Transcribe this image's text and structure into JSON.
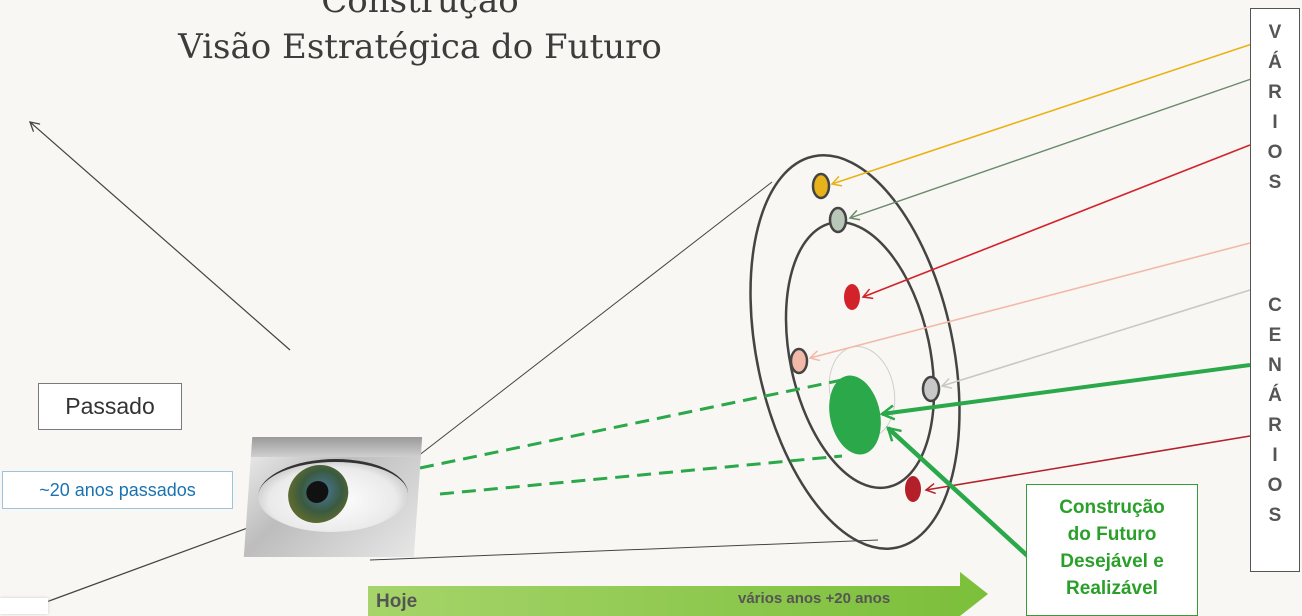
{
  "title": {
    "line1": "Construção",
    "line2": "Visão Estratégica  do Futuro"
  },
  "labels": {
    "passado": "Passado",
    "past_20": "~20 anos passados",
    "hoje": "Hoje",
    "future": "vários anos  +20 anos"
  },
  "construcao_box": {
    "lines": [
      "Construção",
      "do Futuro",
      "Desejável e",
      "Realizável"
    ]
  },
  "vertical_text": {
    "letters": [
      "V",
      "Á",
      "R",
      "I",
      "O",
      "S",
      "",
      "C",
      "E",
      "N",
      "Á",
      "R",
      "I",
      "O",
      "S"
    ]
  },
  "colors": {
    "background": "#f8f7f3",
    "yellow": "#e8b21a",
    "gray_green": "#6b8a6b",
    "red": "#d2232a",
    "pink": "#f2b9a8",
    "light_gray": "#c8c8c8",
    "green": "#2aa84a",
    "dark_red": "#b3202a",
    "arrow_green": "#8bc34a"
  }
}
